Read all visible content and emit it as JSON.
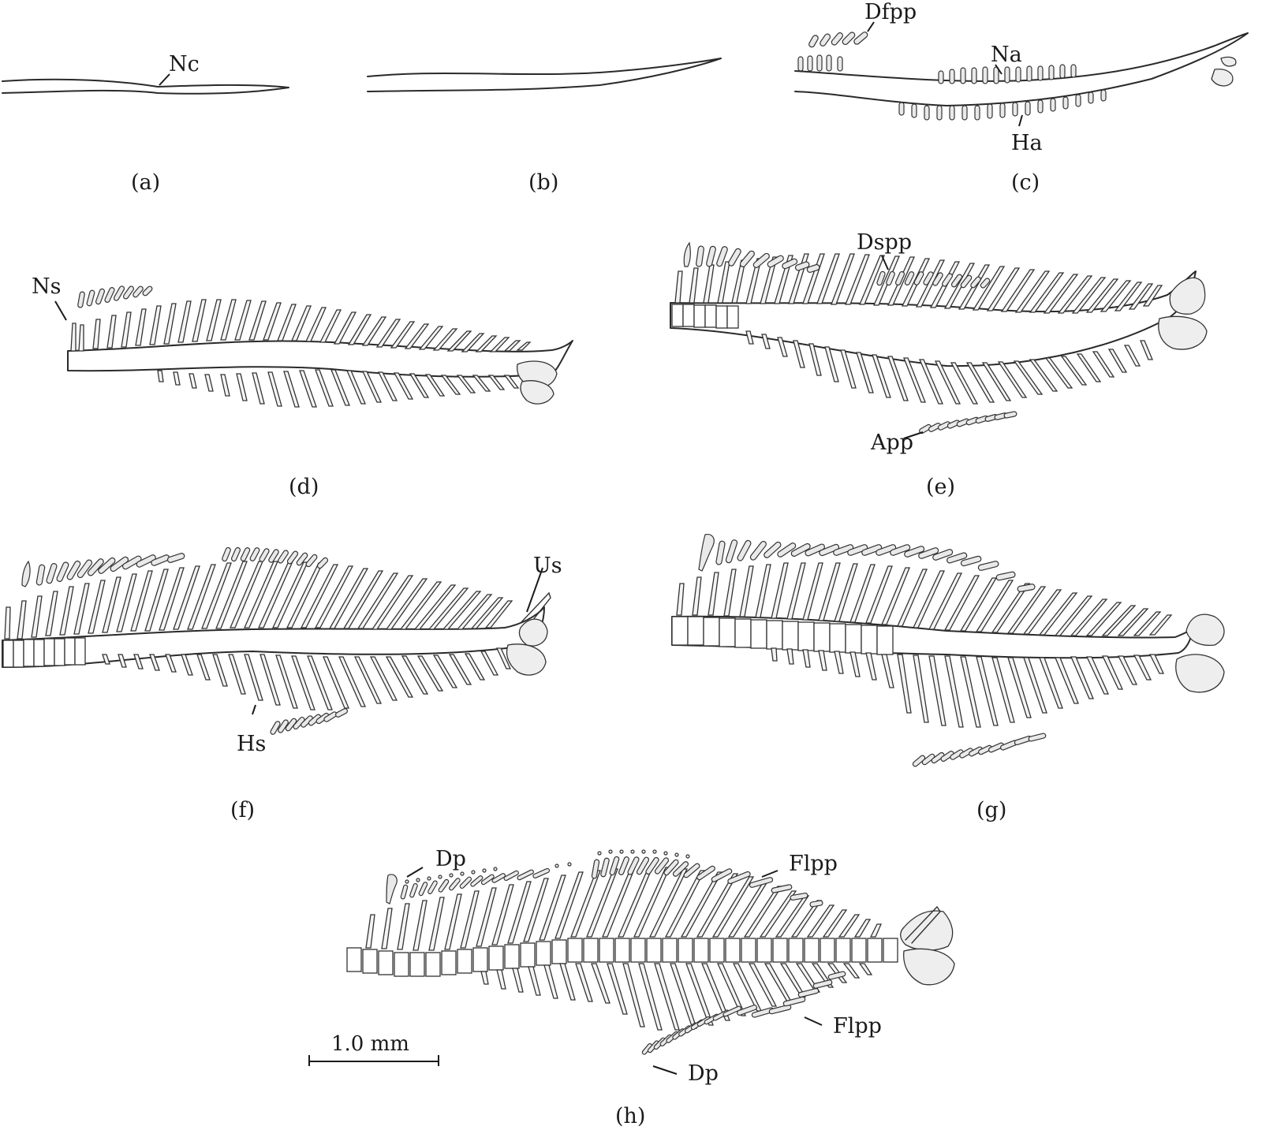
{
  "figure": {
    "panels": [
      {
        "id": "a",
        "label": "(a)"
      },
      {
        "id": "b",
        "label": "(b)"
      },
      {
        "id": "c",
        "label": "(c)"
      },
      {
        "id": "d",
        "label": "(d)"
      },
      {
        "id": "e",
        "label": "(e)"
      },
      {
        "id": "f",
        "label": "(f)"
      },
      {
        "id": "g",
        "label": "(g)"
      },
      {
        "id": "h",
        "label": "(h)"
      }
    ],
    "abbreviations": {
      "nc": "Nc",
      "dfpp": "Dfpp",
      "na": "Na",
      "ha": "Ha",
      "ns": "Ns",
      "dspp": "Dspp",
      "app": "App",
      "us": "Us",
      "hs": "Hs",
      "dp_dorsal": "Dp",
      "flpp_dorsal": "Flpp",
      "flpp_ventral": "Flpp",
      "dp_ventral": "Dp"
    },
    "scale_bar": {
      "label": "1.0 mm"
    }
  }
}
